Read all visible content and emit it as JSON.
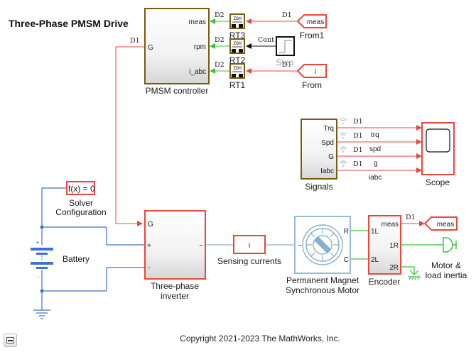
{
  "model": {
    "title": "Three-Phase PMSM Drive",
    "copyright": "Copyright 2021-2023 The MathWorks, Inc."
  },
  "colors": {
    "signal_line": "#e8473e",
    "selected_border": "#f0443a",
    "subsystem_border": "#7a5a10",
    "rotational_line": "#36c23a",
    "electrical_line": "#3f6fcf",
    "sensing_line": "#86b0cc",
    "motor_border": "#94bcd4",
    "annotation": "#8a8a8a"
  },
  "blocks": {
    "pmsm_controller": {
      "name": "PMSM controller",
      "ports_in": [
        "G"
      ],
      "ports_out": [
        "meas",
        "rpm",
        "i_abc"
      ]
    },
    "rt3": {
      "name": "RT3",
      "glyph": "ZOH"
    },
    "rt2": {
      "name": "RT2",
      "glyph": "ZOH"
    },
    "rt1": {
      "name": "RT1",
      "glyph": "ZOH"
    },
    "step": {
      "name": "Step"
    },
    "from1": {
      "name": "From1",
      "tag": "meas"
    },
    "from": {
      "name": "From",
      "tag": "i"
    },
    "signals": {
      "name": "Signals",
      "ports_out": [
        "Trq",
        "Spd",
        "G",
        "Iabc"
      ]
    },
    "scope": {
      "name": "Scope"
    },
    "solver": {
      "name_line1": "Solver",
      "name_line2": "Configuration",
      "text": "f(x) = 0"
    },
    "battery": {
      "name": "Battery",
      "plus": "+",
      "minus": "-"
    },
    "inverter": {
      "name_line1": "Three-phase",
      "name_line2": "inverter",
      "ports": [
        "G",
        "+",
        "-",
        "~"
      ]
    },
    "sensing": {
      "name": "Sensing currents",
      "tag": "i"
    },
    "motor": {
      "name_line1": "Permanent Magnet",
      "name_line2": "Synchronous Motor",
      "ports": [
        "~",
        "R",
        "C"
      ]
    },
    "encoder": {
      "name": "Encoder",
      "ports": [
        "meas",
        "1L",
        "1R",
        "2L",
        "2R"
      ]
    },
    "goto_meas": {
      "tag": "meas"
    },
    "inertia": {
      "name_line1": "Motor &",
      "name_line2": "load inertia"
    }
  },
  "signal_labels": {
    "ctrl_g": "D1",
    "meas_d2": "D2",
    "rpm_d2": "D2",
    "iabc_d2": "D2",
    "from1_d1": "D1",
    "step_cont": "Cont",
    "from_d1": "D1",
    "trq_rate": "D1",
    "spd_rate": "D1",
    "g_rate": "D1",
    "iabc_rate": "D1",
    "trq_name": "trq",
    "spd_name": "spd",
    "g_name": "g",
    "iabc_name": "iabc",
    "encoder_meas": "D1"
  }
}
